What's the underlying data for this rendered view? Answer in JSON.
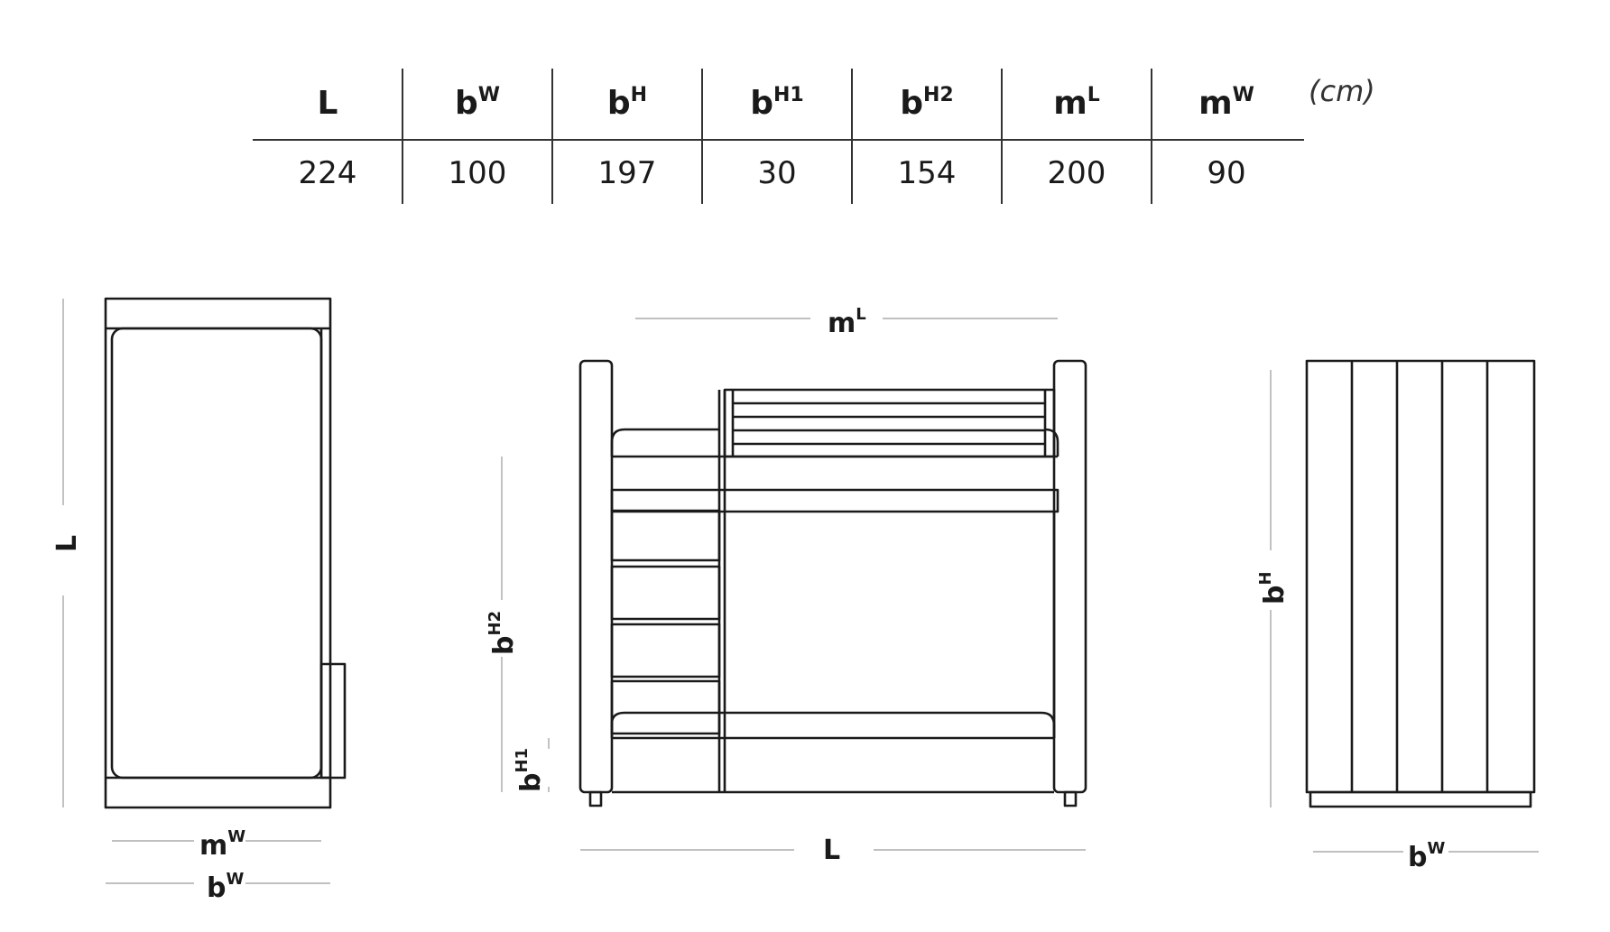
{
  "table": {
    "columns": [
      {
        "base": "L",
        "sup": "",
        "value": "224"
      },
      {
        "base": "b",
        "sup": "W",
        "value": "100"
      },
      {
        "base": "b",
        "sup": "H",
        "value": "197"
      },
      {
        "base": "b",
        "sup": "H1",
        "value": "30"
      },
      {
        "base": "b",
        "sup": "H2",
        "value": "154"
      },
      {
        "base": "m",
        "sup": "L",
        "value": "200"
      },
      {
        "base": "m",
        "sup": "W",
        "value": "90"
      }
    ],
    "unit": "(cm)"
  },
  "dims": {
    "L": "L",
    "mW_base": "m",
    "mW_sup": "W",
    "bW_base": "b",
    "bW_sup": "W",
    "mL_base": "m",
    "mL_sup": "L",
    "bH2_base": "b",
    "bH2_sup": "H2",
    "bH1_base": "b",
    "bH1_sup": "H1",
    "bH_base": "b",
    "bH_sup": "H"
  }
}
